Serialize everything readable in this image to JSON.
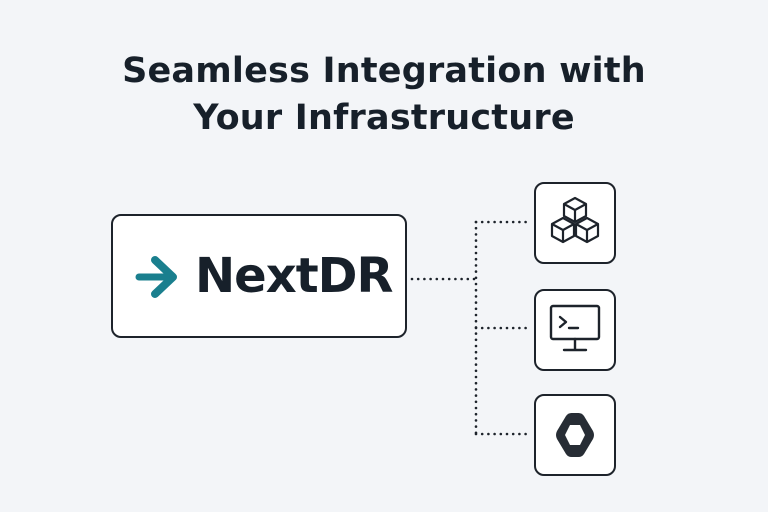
{
  "headline": {
    "line1": "Seamless Integration with",
    "line2": "Your Infrastructure"
  },
  "brand": {
    "name": "NextDR",
    "icon": "arrow-right-icon",
    "accent_color": "#1a7f8e"
  },
  "integrations": [
    {
      "icon": "cubes-icon"
    },
    {
      "icon": "terminal-monitor-icon"
    },
    {
      "icon": "hexagon-nut-icon"
    }
  ],
  "colors": {
    "background": "#f3f5f8",
    "outline": "#1d232b",
    "text": "#17202a"
  }
}
